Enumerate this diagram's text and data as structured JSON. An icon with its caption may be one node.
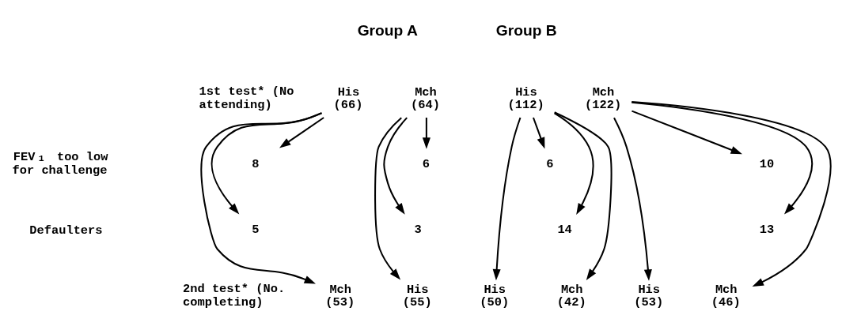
{
  "diagram": {
    "nodes": [
      {
        "text": [
          "His",
          "(66)"
        ]
      },
      {
        "text": [
          "8"
        ]
      },
      {
        "text": [
          "5"
        ]
      },
      {
        "text": [
          "Mch",
          "(53)"
        ]
      },
      {
        "text": [
          "Mch",
          "(64)"
        ]
      },
      {
        "text": [
          "6"
        ]
      },
      {
        "text": [
          "3"
        ]
      },
      {
        "text": [
          "His",
          "(55)"
        ]
      },
      {
        "text": [
          "His",
          "(112)"
        ]
      },
      {
        "text": [
          "6"
        ]
      },
      {
        "text": [
          "14"
        ]
      },
      {
        "text": [
          "His",
          "(50)"
        ]
      },
      {
        "text": [
          "Mch",
          "(42)"
        ]
      },
      {
        "text": [
          "Mch",
          "(122)"
        ]
      },
      {
        "text": [
          "10"
        ]
      },
      {
        "text": [
          "13"
        ]
      },
      {
        "text": [
          "His",
          "(53)"
        ]
      },
      {
        "text": [
          "Mch",
          "(46)"
        ]
      }
    ],
    "edges": [
      {
        "from": 0,
        "to": 1,
        "arrow": "to"
      },
      {
        "from": 0,
        "to": 2,
        "arrow": "to"
      },
      {
        "from": 0,
        "to": 3,
        "arrow": "to"
      },
      {
        "from": 4,
        "to": 5,
        "arrow": "to"
      },
      {
        "from": 4,
        "to": 6,
        "arrow": "to"
      },
      {
        "from": 4,
        "to": 7,
        "arrow": "to"
      },
      {
        "from": 8,
        "to": 9,
        "arrow": "to"
      },
      {
        "from": 8,
        "to": 10,
        "arrow": "to"
      },
      {
        "from": 8,
        "to": 11,
        "arrow": "to"
      },
      {
        "from": 8,
        "to": 12,
        "arrow": "to"
      },
      {
        "from": 13,
        "to": 14,
        "arrow": "to"
      },
      {
        "from": 13,
        "to": 15,
        "arrow": "to"
      },
      {
        "from": 13,
        "to": 16,
        "arrow": "to"
      },
      {
        "from": 13,
        "to": 17,
        "arrow": "to"
      }
    ],
    "labels": [
      "Group A",
      "Group B",
      "1st test* (No attending)",
      "FEV$_{1}$ too low for challenge",
      "Defaulters",
      "2nd test* (No. completing)"
    ]
  }
}
